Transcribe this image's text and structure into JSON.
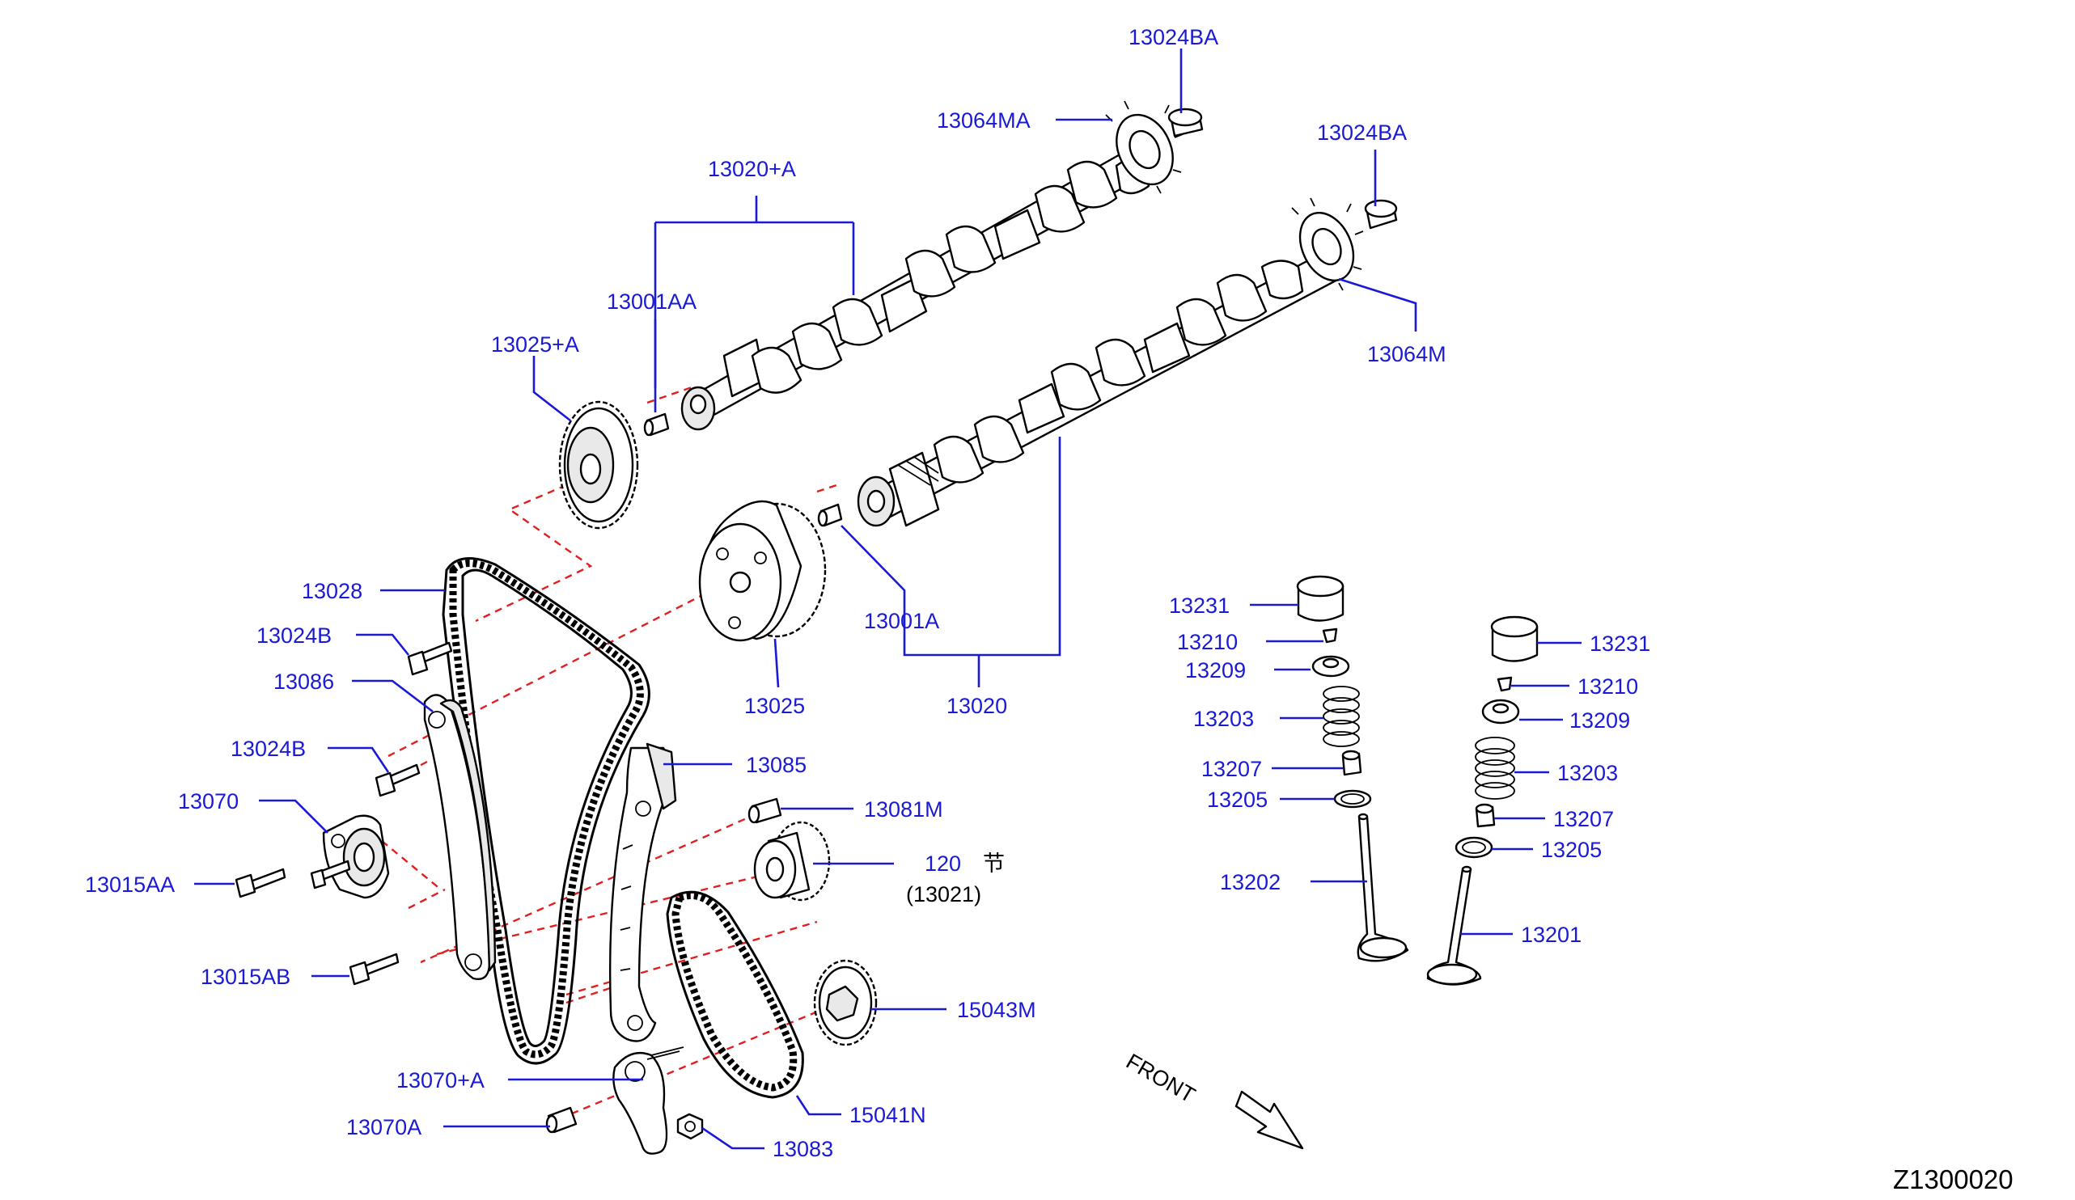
{
  "figure_id": "Z1300020",
  "front_label": "FRONT",
  "colors": {
    "label": "#1a1ad6",
    "alignment_line": "#e02020",
    "drawing": "#000000"
  },
  "labels": {
    "l_13024BA_top": "13024BA",
    "l_13064MA": "13064MA",
    "l_13024BA_right": "13024BA",
    "l_13020A": "13020+A",
    "l_13001AA": "13001AA",
    "l_13025A": "13025+A",
    "l_13064M": "13064M",
    "l_13028": "13028",
    "l_13024B_1": "13024B",
    "l_13086": "13086",
    "l_13024B_2": "13024B",
    "l_13070": "13070",
    "l_13015AA": "13015AA",
    "l_13015AB": "13015AB",
    "l_13001A": "13001A",
    "l_13025": "13025",
    "l_13020": "13020",
    "l_13085": "13085",
    "l_13081M": "13081M",
    "l_120": "120",
    "l_120_char": "节",
    "l_13021": "(13021)",
    "l_15043M": "15043M",
    "l_13070A_plus": "13070+A",
    "l_13070A": "13070A",
    "l_13083": "13083",
    "l_15041N": "15041N",
    "l_13231_l": "13231",
    "l_13210_l": "13210",
    "l_13209_l": "13209",
    "l_13203_l": "13203",
    "l_13207_l": "13207",
    "l_13205_l": "13205",
    "l_13202": "13202",
    "l_13231_r": "13231",
    "l_13210_r": "13210",
    "l_13209_r": "13209",
    "l_13203_r": "13203",
    "l_13207_r": "13207",
    "l_13205_r": "13205",
    "l_13201": "13201"
  }
}
